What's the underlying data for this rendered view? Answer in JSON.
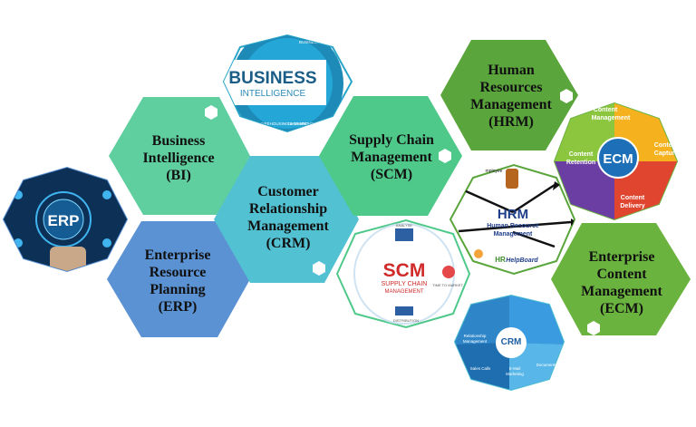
{
  "modules": {
    "bi": {
      "line1": "Business",
      "line2": "Intelligence",
      "line3": "(BI)"
    },
    "scm": {
      "line1": "Supply Chain",
      "line2": "Management",
      "line3": "(SCM)"
    },
    "hrm": {
      "line1": "Human",
      "line2": "Resources",
      "line3": "Management",
      "line4": "(HRM)"
    },
    "crm": {
      "line1": "Customer",
      "line2": "Relationship",
      "line3": "Management",
      "line4": "(CRM)"
    },
    "erp": {
      "line1": "Enterprise",
      "line2": "Resource",
      "line3": "Planning",
      "line4": "(ERP)"
    },
    "ecm": {
      "line1": "Enterprise",
      "line2": "Content",
      "line3": "Management",
      "line4": "(ECM)"
    }
  },
  "images": {
    "bi": {
      "title": "BUSINESS",
      "subtitle": "INTELLIGENCE",
      "seg1": "BUSINESS PERFORMANCE MANAGEMENT",
      "seg2": "DATA WAREHOUSING & MINING",
      "seg3": "DATA ARCHITECTURE"
    },
    "erp": {
      "label": "ERP"
    },
    "scm": {
      "title": "SCM",
      "subtitle1": "SUPPLY CHAIN",
      "subtitle2": "MANAGEMENT",
      "analyse": "ANALYSE",
      "distribution": "DISTRIBUTION",
      "time": "TIME TO MARKET"
    },
    "hrm": {
      "title": "HRM",
      "subtitle1": "Human Resource",
      "subtitle2": "Management",
      "employee": "mployee",
      "brand": "HelpBoard",
      "brand_prefix": "HR"
    },
    "ecm": {
      "center": "ECM",
      "seg1a": "Content",
      "seg1b": "Management",
      "seg2a": "Content",
      "seg2b": "Capture",
      "seg3a": "Content",
      "seg3b": "Retention",
      "seg4a": "Content",
      "seg4b": "Delivery"
    },
    "crm": {
      "center": "CRM",
      "seg1a": "Relationship",
      "seg1b": "Management",
      "seg2": "Sales Calls",
      "seg3a": "E-Mail",
      "seg3b": "Marketing",
      "seg4": "Documents"
    }
  },
  "colors": {
    "bi": "#5fcf9f",
    "scm": "#4fc98a",
    "hrm": "#5aa53c",
    "crm": "#52c1d2",
    "erp": "#5b92d4",
    "ecm": "#6ab33e"
  }
}
